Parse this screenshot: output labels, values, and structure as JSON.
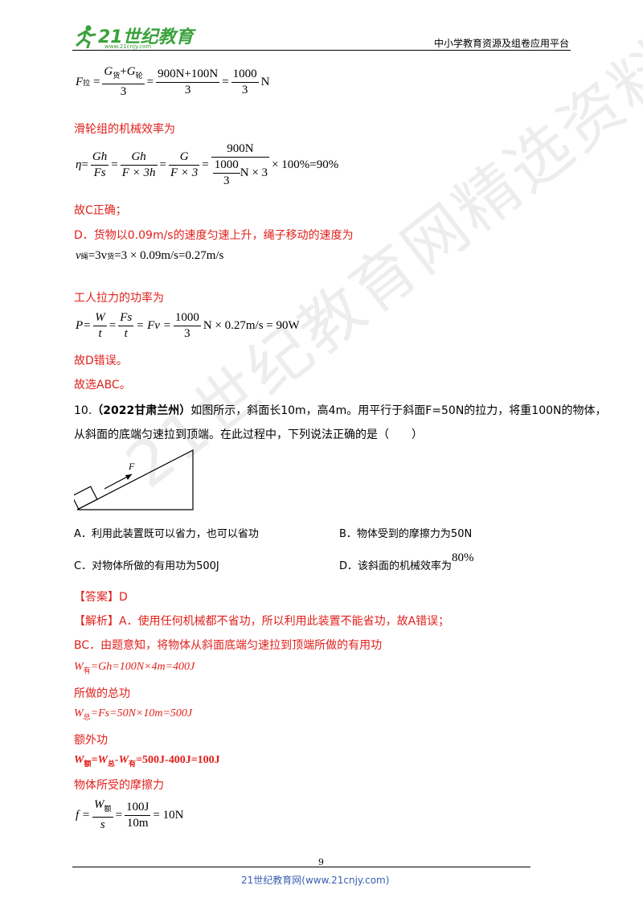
{
  "header": {
    "logo_text": "21世纪教育",
    "logo_sub": "www.21cnjy.com",
    "right_text": "中小学教育资源及组卷应用平台"
  },
  "watermark": "21世纪教育网精选资料",
  "content": {
    "f_pull": {
      "lhs": "F",
      "lhs_sub": "拉",
      "n1_a": "G",
      "n1_a_sub": "货",
      "n1_b": "G",
      "n1_b_sub": "轮",
      "d1": "3",
      "n2": "900N+100N",
      "d2": "3",
      "n3": "1000",
      "d3": "3",
      "unit": "N"
    },
    "efficiency_heading": "滑轮组的机械效率为",
    "eta": {
      "lhs": "η",
      "f1n": "Gh",
      "f1d": "Fs",
      "f2n": "Gh",
      "f2d": "F × 3h",
      "f3n": "G",
      "f3d": "F × 3",
      "f4n": "900N",
      "f4d_n": "1000",
      "f4d_d": "3",
      "f4d_tail": "N × 3",
      "tail": "× 100%=90%"
    },
    "c_correct": "故C正确；",
    "d_text": "D．货物以0.09m/s的速度匀速上升，绳子移动的速度为",
    "v_rope": {
      "lhs": "v",
      "lhs_sub": "绳",
      "eq": "=3v",
      "eq_sub": "货",
      "tail": "=3 × 0.09m/s=0.27m/s"
    },
    "power_heading": "工人拉力的功率为",
    "power": {
      "lhs": "P=",
      "f1n": "W",
      "f1d": "t",
      "f2n": "Fs",
      "f2d": "t",
      "mid": "= Fv =",
      "f3n": "1000",
      "f3d": "3",
      "tail": "N × 0.27m/s = 90W"
    },
    "d_wrong": "故D错误。",
    "choose": "故选ABC。",
    "q10_num": "10.",
    "q10_source": "（2022甘肃兰州）",
    "q10_line1": "如图所示，斜面长10m，高4m。用平行于斜面F=50N的拉力，将重100N的物体，",
    "q10_line2": "从斜面的底端匀速拉到顶端。在此过程中，下列说法正确的是（　　）",
    "fig_label": "F",
    "option_a": "A．利用此装置既可以省力，也可以省功",
    "option_b": "B．物体受到的摩擦力为50N",
    "option_c": "C．对物体所做的有用功为500J",
    "option_d": "D．该斜面的机械效率为",
    "option_d_value": "80%",
    "answer": "【答案】D",
    "analysis_tag": "【解析】",
    "analysis_a": "A．使用任何机械都不省功，所以利用此装置不能省功，故A错误；",
    "bc_text": "BC．由题意知，将物体从斜面底端匀速拉到顶端所做的有用功",
    "w_useful": {
      "w": "W",
      "sub": "有",
      "rest": "=Gh=100N×4m=400J"
    },
    "total_heading": "所做的总功",
    "w_total": {
      "w": "W",
      "sub": "总",
      "rest": "=Fs=50N×10m=500J"
    },
    "extra_heading": "额外功",
    "w_extra": {
      "w": "W",
      "sub": "额",
      "mid1": "=W",
      "sub2": "总",
      "mid2": "-W",
      "sub3": "有",
      "rest": "=500J-400J=100J"
    },
    "friction_heading": "物体所受的摩擦力",
    "friction": {
      "lhs": "f =",
      "f1n": "W",
      "f1n_sub": "额",
      "f1d": "s",
      "f2n": "100J",
      "f2d": "10m",
      "tail": "= 10N"
    }
  },
  "footer": {
    "page": "9",
    "site": "21世纪教育网(www.21cnjy.com)"
  },
  "colors": {
    "red": "#e0201b",
    "logo_green": "#3aa23a",
    "footer_blue": "#3a5fb0"
  }
}
